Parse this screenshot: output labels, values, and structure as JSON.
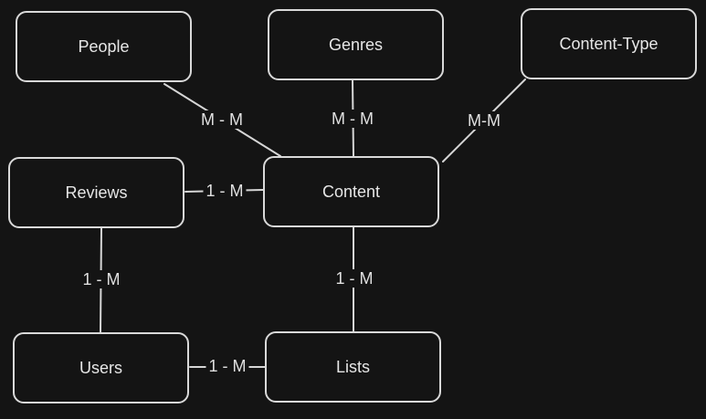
{
  "diagram": {
    "background": "#141414",
    "line_color": "#d6d6d6",
    "node_border_color": "#d9d9d9",
    "text_color": "#e6e6e6",
    "nodes": {
      "people": "People",
      "genres": "Genres",
      "content_type": "Content-Type",
      "reviews": "Reviews",
      "content": "Content",
      "users": "Users",
      "lists": "Lists"
    },
    "relationships": [
      {
        "from": "People",
        "to": "Content",
        "label": "M - M"
      },
      {
        "from": "Genres",
        "to": "Content",
        "label": "M - M"
      },
      {
        "from": "Content-Type",
        "to": "Content",
        "label": "M-M"
      },
      {
        "from": "Reviews",
        "to": "Content",
        "label": "1 - M"
      },
      {
        "from": "Reviews",
        "to": "Users",
        "label": "1 - M"
      },
      {
        "from": "Content",
        "to": "Lists",
        "label": "1 - M"
      },
      {
        "from": "Users",
        "to": "Lists",
        "label": "1 - M"
      }
    ]
  }
}
